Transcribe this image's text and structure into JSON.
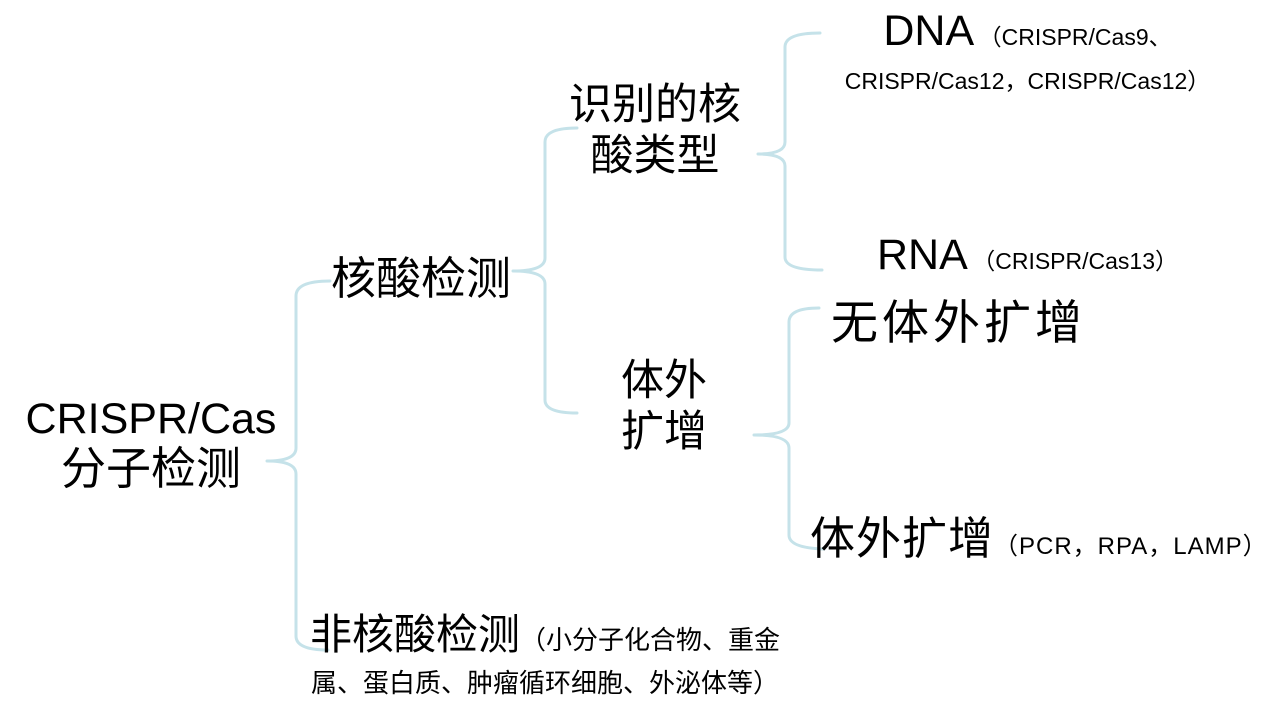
{
  "meta": {
    "background_color": "#ffffff",
    "text_color": "#000000",
    "brace_color": "#c5e2e9"
  },
  "tree": {
    "root": {
      "title": "CRISPR/Cas",
      "subtitle": "分子检测"
    },
    "nucleic_acid": {
      "label": "核酸检测",
      "recognized_type": {
        "label_line1": "识别的核",
        "label_line2": "酸类型",
        "dna": {
          "label": "DNA",
          "detail_line1": "（CRISPR/Cas9、",
          "detail_line2": "CRISPR/Cas12，CRISPR/Cas12）"
        },
        "rna": {
          "label": "RNA",
          "detail": "（CRISPR/Cas13）"
        }
      },
      "in_vitro_amplification": {
        "label_line1": "体外",
        "label_line2": "扩增",
        "without_amplification": {
          "label": "无体外扩增"
        },
        "with_amplification": {
          "label": "体外扩增",
          "detail": "（PCR，RPA，LAMP）"
        }
      }
    },
    "non_nucleic_acid": {
      "label": "非核酸检测",
      "detail_line1": "（小分子化合物、重金",
      "detail_line2": "属、蛋白质、肿瘤循环细胞、外泌体等）"
    }
  }
}
